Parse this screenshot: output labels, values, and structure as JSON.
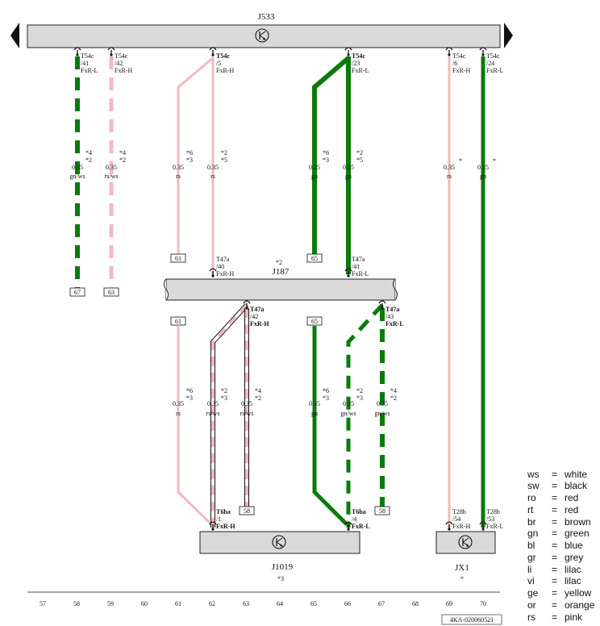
{
  "components": {
    "j533": {
      "label": "J533"
    },
    "j187": {
      "label": "J187",
      "note": "*2"
    },
    "j1019": {
      "label": "J1019",
      "note": "*3"
    },
    "jx1": {
      "label": "JX1",
      "note": "*"
    }
  },
  "connectors_top": [
    {
      "pin": "T54c",
      "num": "/41",
      "sig": "FxR-L"
    },
    {
      "pin": "T54c",
      "num": "/42",
      "sig": "FxR-H"
    },
    {
      "pin": "T54c",
      "num": "/5",
      "sig": "FxR-H"
    },
    {
      "pin": "T54c",
      "num": "/23",
      "sig": "FxR-L"
    },
    {
      "pin": "T54c",
      "num": "/6",
      "sig": "FxR-H"
    },
    {
      "pin": "T54c",
      "num": "/24",
      "sig": "FxR-L"
    }
  ],
  "connectors_j187_top": [
    {
      "pin": "T47a",
      "num": "/40",
      "sig": "FxR-H"
    },
    {
      "pin": "T47a",
      "num": "/41",
      "sig": "FxR-L"
    }
  ],
  "connectors_j187_bottom": [
    {
      "pin": "T47a",
      "num": "/42",
      "sig": "FxR-H"
    },
    {
      "pin": "T47a",
      "num": "/43",
      "sig": "FxR-L"
    }
  ],
  "connectors_j1019": [
    {
      "pin": "T6ba",
      "num": "/1",
      "sig": "FxR-H"
    },
    {
      "pin": "T6ba",
      "num": "/4",
      "sig": "FxR-L"
    }
  ],
  "connectors_jx1": [
    {
      "pin": "T28b",
      "num": "/54",
      "sig": "FxR-H"
    },
    {
      "pin": "T28b",
      "num": "/53",
      "sig": "FxR-L"
    }
  ],
  "wires_upper": [
    {
      "size": "0.35",
      "color": "gn/ws",
      "notes": [
        "*4",
        "*2"
      ]
    },
    {
      "size": "0.35",
      "color": "rs/ws",
      "notes": [
        "*4",
        "*2"
      ]
    },
    {
      "size": "0.35",
      "color": "rs",
      "notes": [
        "*6",
        "*3"
      ]
    },
    {
      "size": "0.35",
      "color": "rs",
      "notes": [
        "*2",
        "*5"
      ]
    },
    {
      "size": "0.35",
      "color": "gn",
      "notes": [
        "*6",
        "*3"
      ]
    },
    {
      "size": "0.35",
      "color": "gn",
      "notes": [
        "*2",
        "*5"
      ]
    },
    {
      "size": "0.35",
      "color": "rs",
      "notes": [
        "*",
        ""
      ]
    },
    {
      "size": "0.35",
      "color": "gn",
      "notes": [
        "*",
        ""
      ]
    }
  ],
  "wires_lower": [
    {
      "size": "0.35",
      "color": "rs",
      "notes": [
        "*6",
        "*3"
      ]
    },
    {
      "size": "0.35",
      "color": "rs/ws",
      "notes": [
        "*2",
        "*3"
      ]
    },
    {
      "size": "0.35",
      "color": "rs/ws",
      "notes": [
        "*4",
        "*2"
      ]
    },
    {
      "size": "0.35",
      "color": "gn",
      "notes": [
        "*6",
        "*3"
      ]
    },
    {
      "size": "0.35",
      "color": "gn/ws",
      "notes": [
        "*2",
        "*3"
      ]
    },
    {
      "size": "0.35",
      "color": "gn/ws",
      "notes": [
        "*4",
        "*2"
      ]
    }
  ],
  "references": [
    "67",
    "63",
    "61",
    "65",
    "61",
    "65",
    "58",
    "58"
  ],
  "grid_numbers": [
    "57",
    "58",
    "59",
    "60",
    "61",
    "62",
    "63",
    "64",
    "65",
    "66",
    "67",
    "68",
    "69",
    "70"
  ],
  "doc_id": "4KA-020060521",
  "legend": [
    {
      "code": "ws",
      "eq": "=",
      "name": "white"
    },
    {
      "code": "sw",
      "eq": "=",
      "name": "black"
    },
    {
      "code": "ro",
      "eq": "=",
      "name": "red"
    },
    {
      "code": "rt",
      "eq": "=",
      "name": "red"
    },
    {
      "code": "br",
      "eq": "=",
      "name": "brown"
    },
    {
      "code": "gn",
      "eq": "=",
      "name": "green"
    },
    {
      "code": "bl",
      "eq": "=",
      "name": "blue"
    },
    {
      "code": "gr",
      "eq": "=",
      "name": "grey"
    },
    {
      "code": "li",
      "eq": "=",
      "name": "lilac"
    },
    {
      "code": "vi",
      "eq": "=",
      "name": "lilac"
    },
    {
      "code": "ge",
      "eq": "=",
      "name": "yellow"
    },
    {
      "code": "or",
      "eq": "=",
      "name": "orange"
    },
    {
      "code": "rs",
      "eq": "=",
      "name": "pink"
    }
  ],
  "colors": {
    "green": "#0b7a0b",
    "pink": "#f4b8c0",
    "box": "#d9d9d9"
  }
}
